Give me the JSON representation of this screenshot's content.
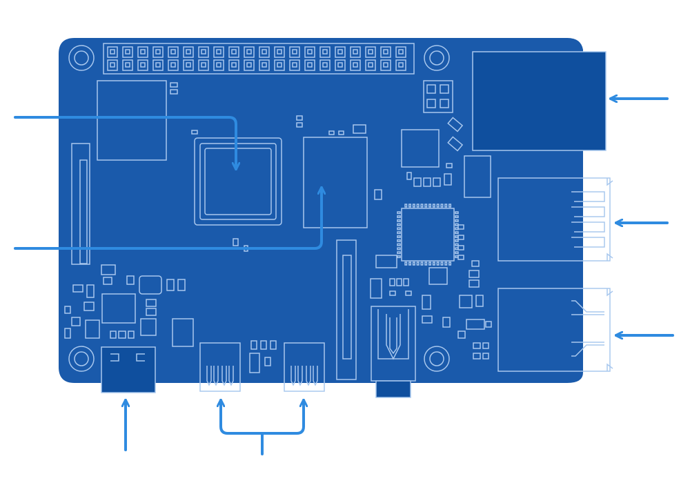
{
  "colors": {
    "background": "#ffffff",
    "board": "#1a5aab",
    "outline": "#a9c8ee",
    "pointer": "#2f8be0",
    "solid": "#0f4f9e"
  },
  "diagram": {
    "subject": "single-board-computer",
    "callouts": [
      {
        "id": "cpu",
        "icon": "arrow-icon"
      },
      {
        "id": "ram",
        "icon": "arrow-icon"
      },
      {
        "id": "ethernet-port",
        "icon": "arrow-left-icon"
      },
      {
        "id": "usb3-ports",
        "icon": "arrow-left-icon"
      },
      {
        "id": "usb2-ports",
        "icon": "arrow-left-icon"
      },
      {
        "id": "usb-c-power",
        "icon": "arrow-up-icon"
      },
      {
        "id": "micro-hdmi-ports",
        "icon": "arrow-up-icon"
      }
    ]
  }
}
